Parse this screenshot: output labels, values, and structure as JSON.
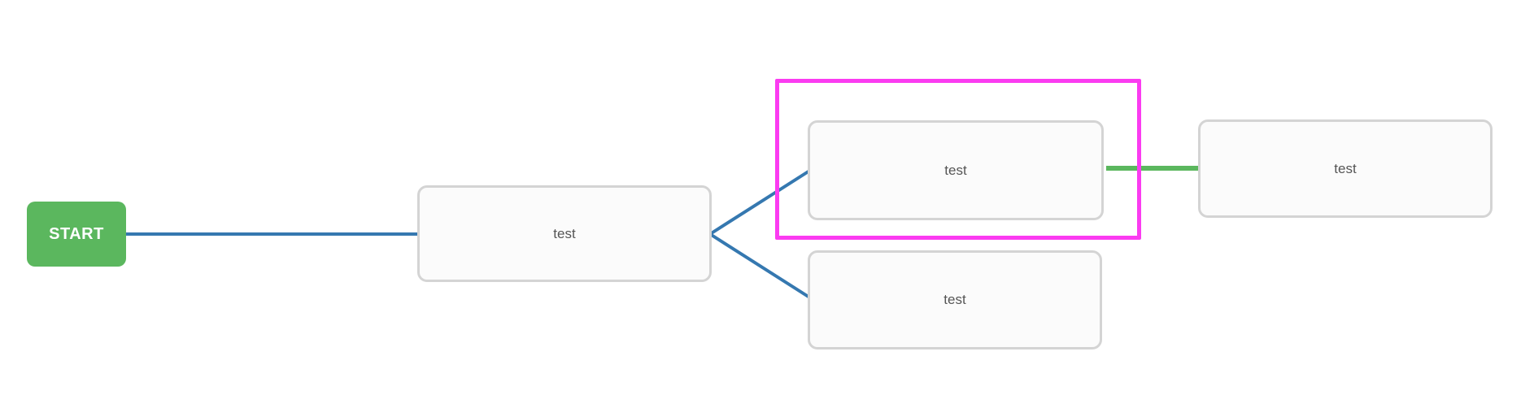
{
  "canvas": {
    "start_node": {
      "label": "START"
    },
    "nodes": [
      {
        "label": "test"
      },
      {
        "label": "test",
        "selected": true
      },
      {
        "label": "test"
      },
      {
        "label": "test"
      }
    ]
  },
  "colors": {
    "start_green": "#5bb75e",
    "connector_blue": "#3578b0",
    "connector_green": "#5bb75e",
    "selection_magenta": "#fb3bf1",
    "node_border": "#d4d4d4",
    "node_bg": "#fbfbfb",
    "node_text": "#555555"
  }
}
